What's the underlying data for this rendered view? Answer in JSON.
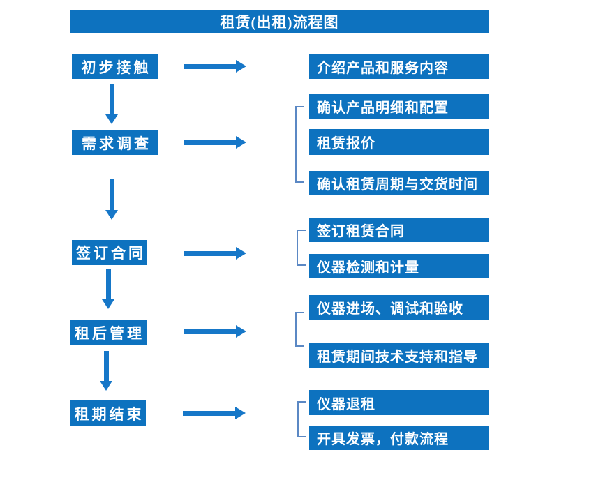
{
  "title": "租赁(出租)流程图",
  "colors": {
    "box_blue": "#0d72bf",
    "arrow_blue": "#1677c8",
    "bracket_blue": "#5b88c4",
    "text_white": "#ffffff",
    "background": "#ffffff"
  },
  "steps": [
    {
      "label": "初步接触",
      "details": [
        "介绍产品和服务内容"
      ]
    },
    {
      "label": "需求调查",
      "details": [
        "确认产品明细和配置",
        "租赁报价",
        "确认租赁周期与交货时间"
      ]
    },
    {
      "label": "签订合同",
      "details": [
        "签订租赁合同",
        "仪器检测和计量"
      ]
    },
    {
      "label": "租后管理",
      "details": [
        "仪器进场、调试和验收",
        "租赁期间技术支持和指导"
      ]
    },
    {
      "label": "租期结束",
      "details": [
        "仪器退租",
        "开具发票，付款流程"
      ]
    }
  ]
}
